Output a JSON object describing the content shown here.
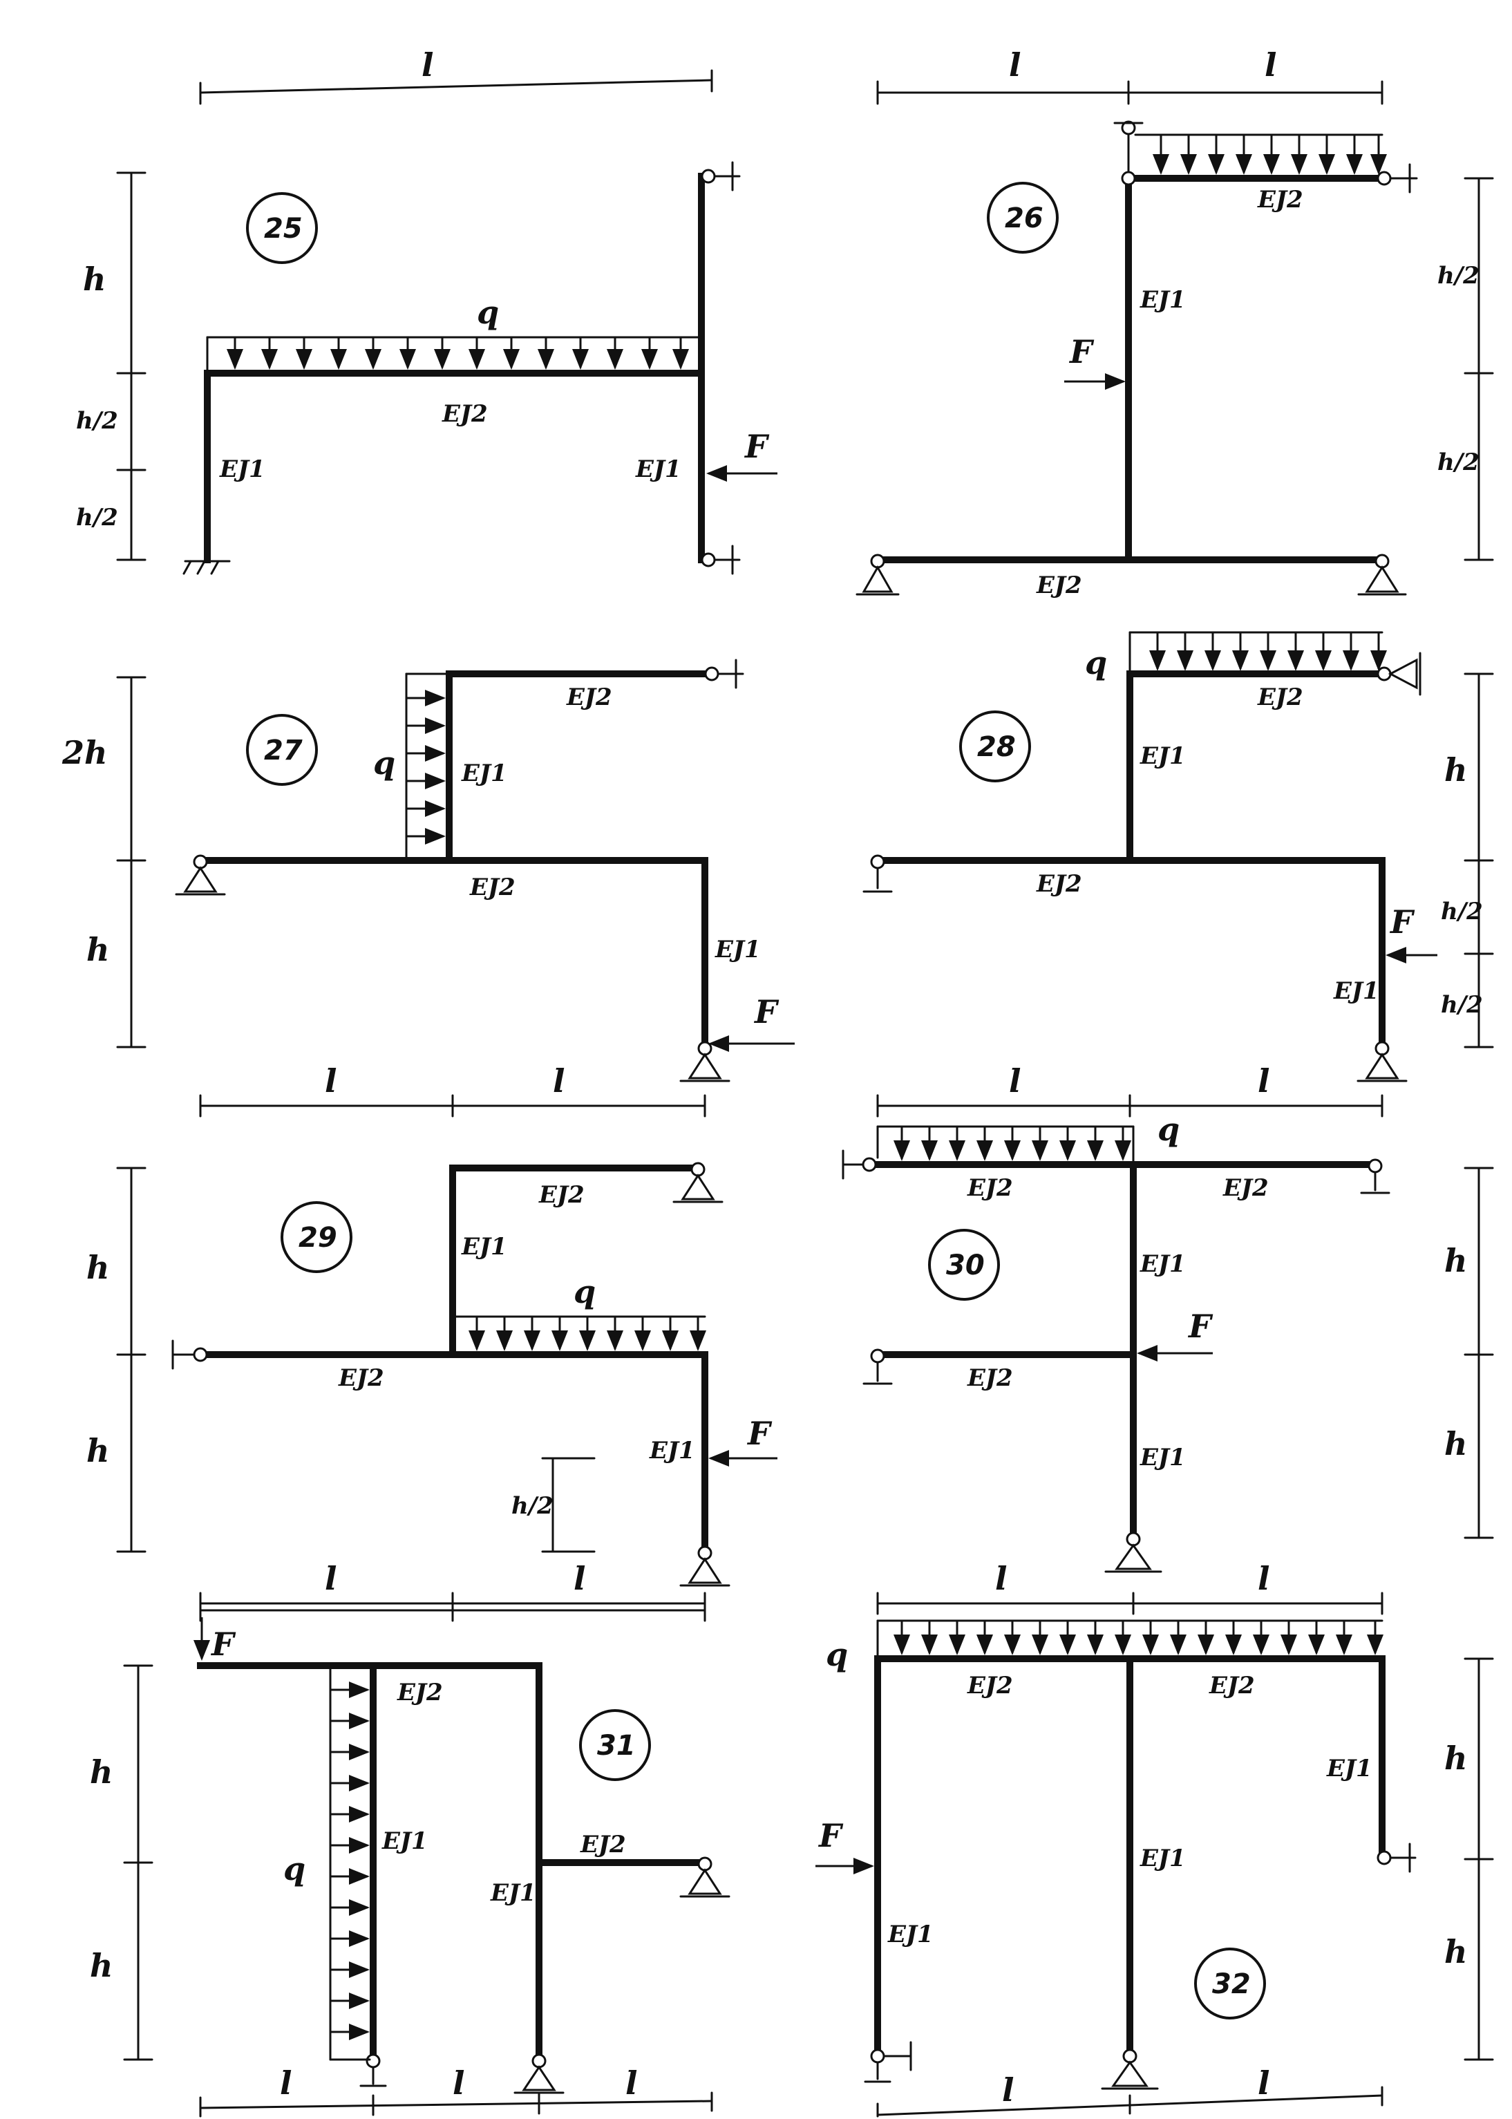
{
  "labels": {
    "length": "l",
    "height": "h",
    "double_height": "2h",
    "half_height": "h/2",
    "load": "q",
    "force": "F",
    "stiffness_column": "EJ1",
    "stiffness_beam": "EJ2"
  },
  "problems": [
    {
      "number": "25"
    },
    {
      "number": "26"
    },
    {
      "number": "27"
    },
    {
      "number": "28"
    },
    {
      "number": "29"
    },
    {
      "number": "30"
    },
    {
      "number": "31"
    },
    {
      "number": "32"
    }
  ]
}
